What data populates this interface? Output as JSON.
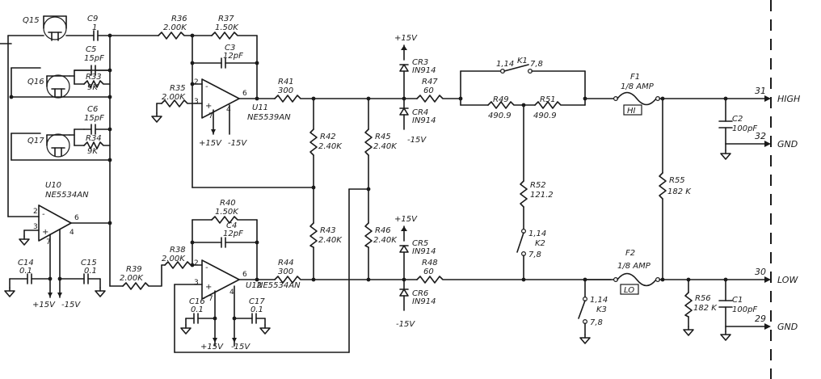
{
  "transistors": {
    "q15": "Q15",
    "q16": "Q16",
    "q17": "Q17"
  },
  "capacitors": {
    "c9": {
      "ref": "C9",
      "value": "1"
    },
    "c5": {
      "ref": "C5",
      "value": "15pF"
    },
    "c6": {
      "ref": "C6",
      "value": "15pF"
    },
    "c3": {
      "ref": "C3",
      "value": "12pF"
    },
    "c4": {
      "ref": "C4",
      "value": "12pF"
    },
    "c14": {
      "ref": "C14",
      "value": "0.1"
    },
    "c15": {
      "ref": "C15",
      "value": "0.1"
    },
    "c16": {
      "ref": "C16",
      "value": "0.1"
    },
    "c17": {
      "ref": "C17",
      "value": "0.1"
    },
    "c2": {
      "ref": "C2",
      "value": "100pF"
    },
    "c1": {
      "ref": "C1",
      "value": "100pF"
    }
  },
  "resistors": {
    "r36": {
      "ref": "R36",
      "value": "2.00K"
    },
    "r37": {
      "ref": "R37",
      "value": "1.50K"
    },
    "r35": {
      "ref": "R35",
      "value": "2.00K"
    },
    "r41": {
      "ref": "R41",
      "value": "300"
    },
    "r33": {
      "ref": "R33",
      "value": "9K"
    },
    "r34": {
      "ref": "R34",
      "value": "9K"
    },
    "r42": {
      "ref": "R42",
      "value": "2.40K"
    },
    "r45": {
      "ref": "R45",
      "value": "2.40K"
    },
    "r43": {
      "ref": "R43",
      "value": "2.40K"
    },
    "r46": {
      "ref": "R46",
      "value": "2.40K"
    },
    "r40": {
      "ref": "R40",
      "value": "1.50K"
    },
    "r38": {
      "ref": "R38",
      "value": "2.00K"
    },
    "r39": {
      "ref": "R39",
      "value": "2.00K"
    },
    "r44": {
      "ref": "R44",
      "value": "300"
    },
    "r47": {
      "ref": "R47",
      "value": "60"
    },
    "r48": {
      "ref": "R48",
      "value": "60"
    },
    "r49": {
      "ref": "R49",
      "value": "490.9"
    },
    "r51": {
      "ref": "R51",
      "value": "490.9"
    },
    "r52": {
      "ref": "R52",
      "value": "121.2"
    },
    "r55": {
      "ref": "R55",
      "value": "182 K"
    },
    "r56": {
      "ref": "R56",
      "value": "182 K"
    }
  },
  "diodes": {
    "cr3": {
      "ref": "CR3",
      "value": "IN914"
    },
    "cr4": {
      "ref": "CR4",
      "value": "IN914"
    },
    "cr5": {
      "ref": "CR5",
      "value": "IN914"
    },
    "cr6": {
      "ref": "CR6",
      "value": "IN914"
    }
  },
  "opamps": {
    "u10": {
      "ref": "U10",
      "part": "NE5534AN"
    },
    "u11": {
      "ref": "U11",
      "part": "NE5539AN"
    },
    "u12": {
      "ref": "U12",
      "part": "NE5534AN"
    }
  },
  "relays": {
    "k1": {
      "ref": "K1",
      "pin_a": "1,14",
      "pin_b": "7,8"
    },
    "k2": {
      "ref": "K2",
      "pin_a": "1,14",
      "pin_b": "7,8"
    },
    "k3": {
      "ref": "K3",
      "pin_a": "1,14",
      "pin_b": "7,8"
    }
  },
  "fuses": {
    "f1": {
      "ref": "F1",
      "rating": "1/8 AMP",
      "tag": "HI"
    },
    "f2": {
      "ref": "F2",
      "rating": "1/8 AMP",
      "tag": "LO"
    }
  },
  "supplies": {
    "pos": "+15V",
    "neg": "-15V"
  },
  "pins": {
    "p2": "2",
    "p3": "3",
    "p4": "4",
    "p6": "6",
    "p7": "7"
  },
  "connector": {
    "high": {
      "pin": "31",
      "label": "HIGH"
    },
    "gnd_top": {
      "pin": "32",
      "label": "GND"
    },
    "low": {
      "pin": "30",
      "label": "LOW"
    },
    "gnd_bottom": {
      "pin": "29",
      "label": "GND"
    }
  }
}
